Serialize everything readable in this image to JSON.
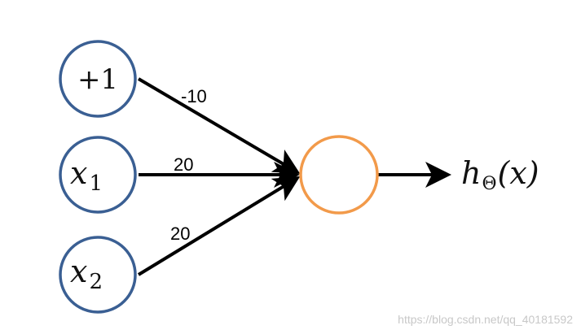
{
  "colors": {
    "input_stroke": "#3a5f93",
    "output_stroke": "#f29a4a",
    "edge": "#000000"
  },
  "nodes": {
    "bias": {
      "label": "+1"
    },
    "x1": {
      "var": "x",
      "sub": "1"
    },
    "x2": {
      "var": "x",
      "sub": "2"
    },
    "output": {
      "label": ""
    }
  },
  "weights": {
    "bias": "-10",
    "x1": "20",
    "x2": "20"
  },
  "output_label": {
    "var": "h",
    "sub": "Θ",
    "arg": "(x)"
  },
  "watermark": "https://blog.csdn.net/qq_40181592"
}
